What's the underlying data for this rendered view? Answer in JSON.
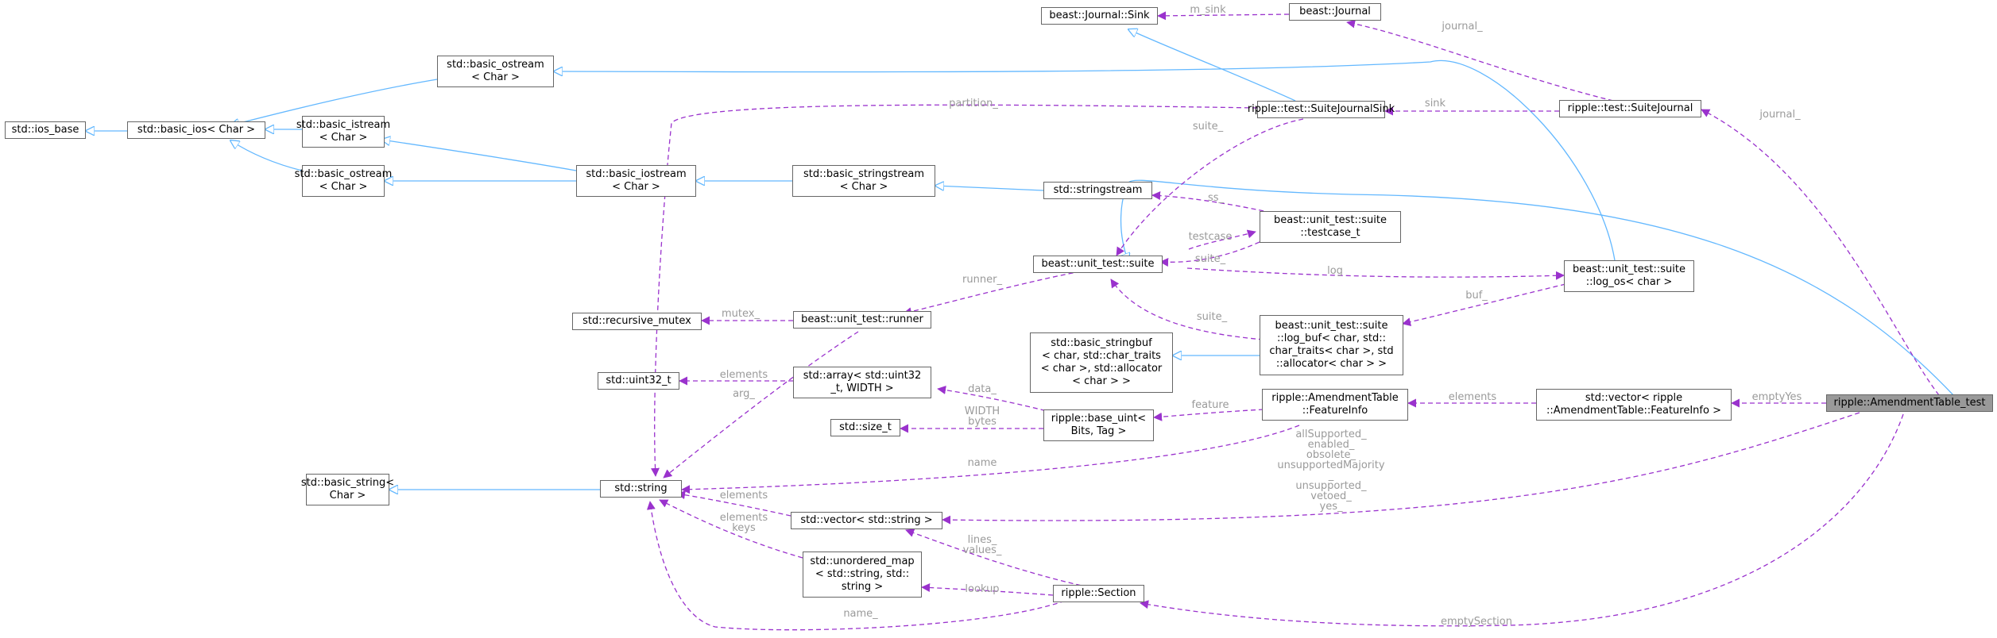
{
  "nodes": {
    "ios_base": "std::ios_base",
    "basic_ios": "std::basic_ios< Char >",
    "basic_ostream_top": "std::basic_ostream\n< Char >",
    "basic_istream": "std::basic_istream\n< Char >",
    "basic_ostream_low": "std::basic_ostream\n< Char >",
    "basic_iostream": "std::basic_iostream\n< Char >",
    "basic_stringstream": "std::basic_stringstream\n< Char >",
    "stringstream": "std::stringstream",
    "journal_sink": "beast::Journal::Sink",
    "journal": "beast::Journal",
    "suite_journal_sink": "ripple::test::SuiteJournalSink",
    "suite_journal": "ripple::test::SuiteJournal",
    "testcase_t": "beast::unit_test::suite\n::testcase_t",
    "suite": "beast::unit_test::suite",
    "log_os": "beast::unit_test::suite\n::log_os< char >",
    "recursive_mutex": "std::recursive_mutex",
    "runner": "beast::unit_test::runner",
    "basic_stringbuf": "std::basic_stringbuf\n< char, std::char_traits\n< char >, std::allocator\n< char > >",
    "log_buf": "beast::unit_test::suite\n::log_buf< char, std::\nchar_traits< char >, std\n::allocator< char > >",
    "uint32": "std::uint32_t",
    "array": "std::array< std::uint32\n_t, WIDTH >",
    "size_t": "std::size_t",
    "base_uint": "ripple::base_uint<\nBits, Tag >",
    "feature_info": "ripple::AmendmentTable\n::FeatureInfo",
    "vector_feature": "std::vector< ripple\n::AmendmentTable::FeatureInfo >",
    "amendment_test": "ripple::AmendmentTable_test",
    "basic_string": "std::basic_string<\nChar >",
    "string": "std::string",
    "vector_string": "std::vector< std::string >",
    "unordered_map": "std::unordered_map\n< std::string, std::\nstring >",
    "section": "ripple::Section"
  },
  "edge_labels": {
    "m_sink": "m_sink",
    "journal_1": "journal_",
    "journal_2": "journal_",
    "sink": "sink",
    "partition": "partition_",
    "suite_a": "suite_",
    "ss": "ss_",
    "testcase": "testcase",
    "suite_b": "suite_",
    "log": "log",
    "runner": "runner_",
    "suite_c": "suite_",
    "buf": "buf_",
    "mutex": "mutex_",
    "elements_a": "elements",
    "arg": "arg_",
    "data": "data_",
    "width_bytes": "WIDTH\nbytes",
    "feature": "feature",
    "elements_b": "elements",
    "empty_yes": "emptyYes",
    "name_a": "name",
    "vector_members": "allSupported_\nenabled_\nobsolete_\nunsupportedMajority\n_\nunsupported_\nvetoed_\nyes_",
    "elements_c": "elements",
    "elements_keys": "elements\nkeys",
    "lines_values": "lines_\nvalues_",
    "lookup": "lookup",
    "name_b": "name_",
    "empty_section": "emptySection"
  },
  "colors": {
    "inheritance": "#63b8ff",
    "usage": "#9a32cd",
    "edge_label": "#9a9a9a",
    "focus_node": "#999999",
    "node_border": "#666666"
  }
}
